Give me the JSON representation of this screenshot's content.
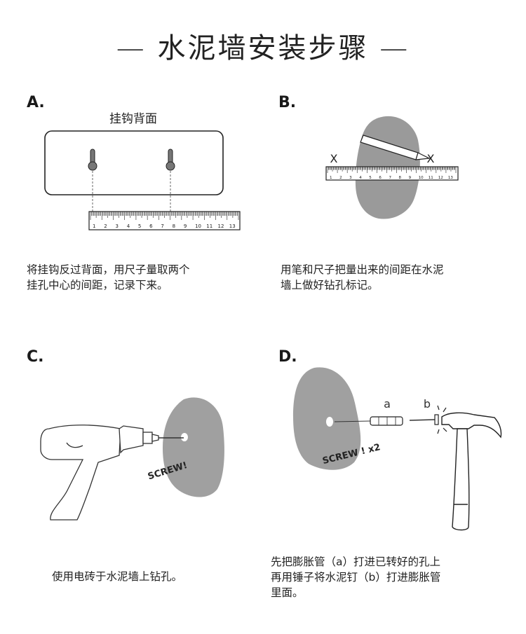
{
  "title": "— 水泥墙安装步骤 —",
  "steps": [
    {
      "letter": "A.",
      "panel_label": "挂钩背面",
      "ruler_numbers": [
        "1",
        "2",
        "3",
        "4",
        "5",
        "6",
        "7",
        "8",
        "9",
        "10",
        "11",
        "12",
        "13"
      ],
      "caption": "将挂钩反过背面，用尺子量取两个\n挂孔中心的间距，记录下来。"
    },
    {
      "letter": "B.",
      "marks": [
        "X",
        "X"
      ],
      "ruler_numbers": [
        "1",
        "2",
        "3",
        "4",
        "5",
        "6",
        "7",
        "8",
        "9",
        "10",
        "11",
        "12",
        "13"
      ],
      "caption": "用笔和尺子把量出来的间距在水泥\n墙上做好钻孔标记。"
    },
    {
      "letter": "C.",
      "wall_text": "SCREW!",
      "caption": "使用电砖于水泥墙上钻孔。"
    },
    {
      "letter": "D.",
      "part_a": "a",
      "part_b": "b",
      "wall_text": "SCREW ! x2",
      "caption": "先把膨胀管（a）打进已转好的孔上\n再用锤子将水泥钉（b）打进膨胀管\n里面。"
    }
  ]
}
